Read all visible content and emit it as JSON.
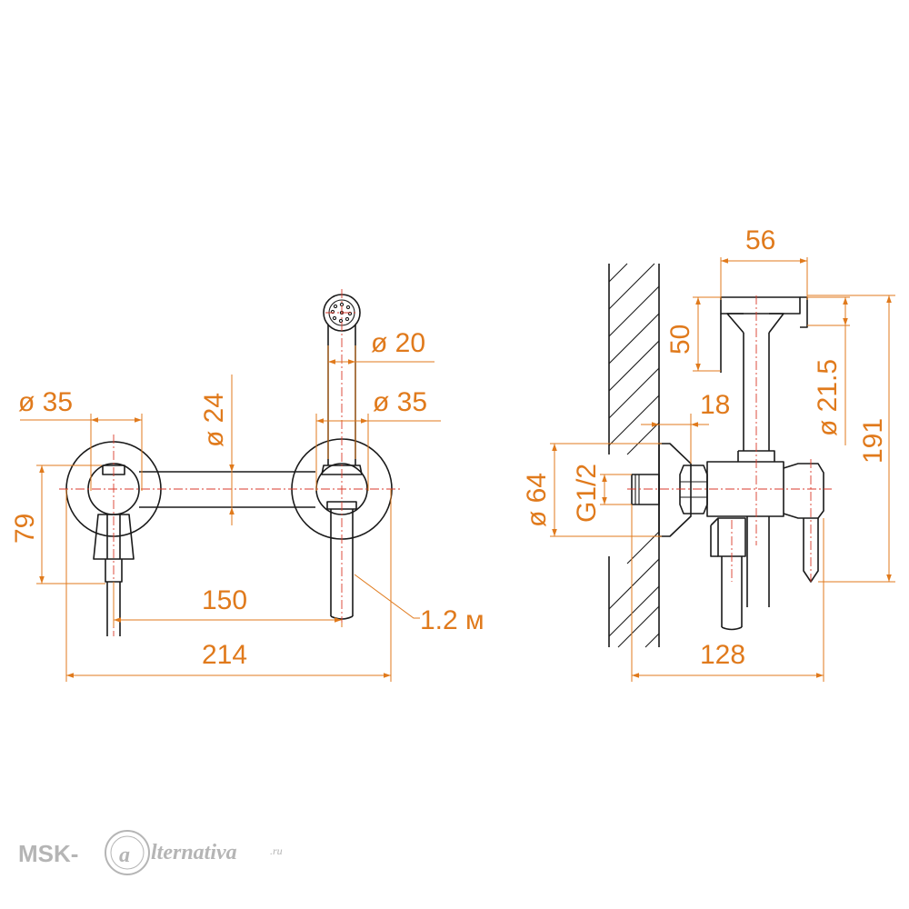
{
  "colors": {
    "dimension": "#e07a1c",
    "centerline": "#d93a2b",
    "outline": "#1a1a1a",
    "logo": "#b5b5b5"
  },
  "front_view": {
    "dia_lever": "ø 35",
    "dia_bar": "ø 24",
    "dia_sprayer": "ø 20",
    "dia_holder": "ø 35",
    "height": "79",
    "spacing": "150",
    "width": "214",
    "hose_length": "1.2 м"
  },
  "side_view": {
    "holder_width": "56",
    "holder_height": "50",
    "dia_sprayer": "ø 21.5",
    "offset": "18",
    "dia_flange": "ø 64",
    "thread": "G1/2",
    "total_height": "191",
    "depth": "128"
  },
  "logo": {
    "prefix": "MSK-",
    "emblem": "a",
    "suffix": "lternativa",
    "domain": ".ru"
  }
}
